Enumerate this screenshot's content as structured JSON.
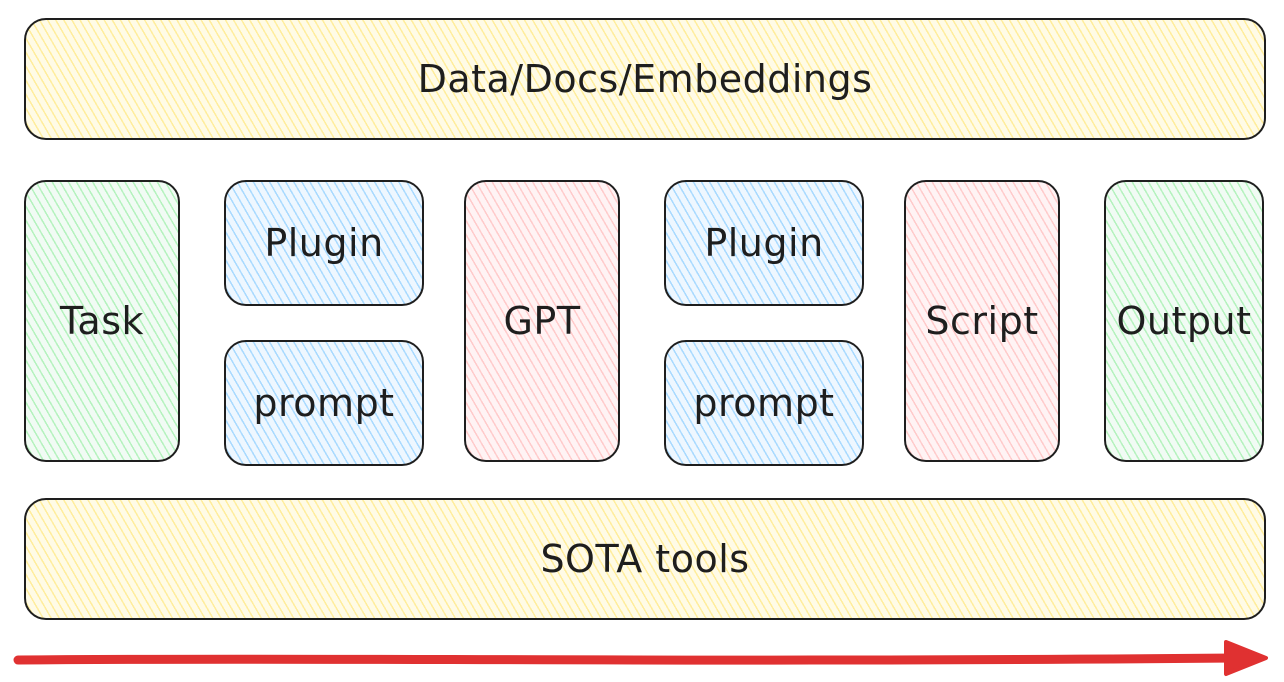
{
  "blocks": {
    "data_layer": "Data/Docs/Embeddings",
    "task": "Task",
    "plugin_1": "Plugin",
    "prompt_1": "prompt",
    "gpt": "GPT",
    "plugin_2": "Plugin",
    "prompt_2": "prompt",
    "script": "Script",
    "output": "Output",
    "tools_layer": "SOTA tools"
  },
  "colors": {
    "yellow_fill": "#ffec99",
    "green_fill": "#b2f2bb",
    "blue_fill": "#a5d8ff",
    "pink_fill": "#ffc9c9",
    "stroke": "#1e1e1e",
    "arrow": "#e03131"
  },
  "flow_arrow": {
    "direction": "left-to-right"
  }
}
